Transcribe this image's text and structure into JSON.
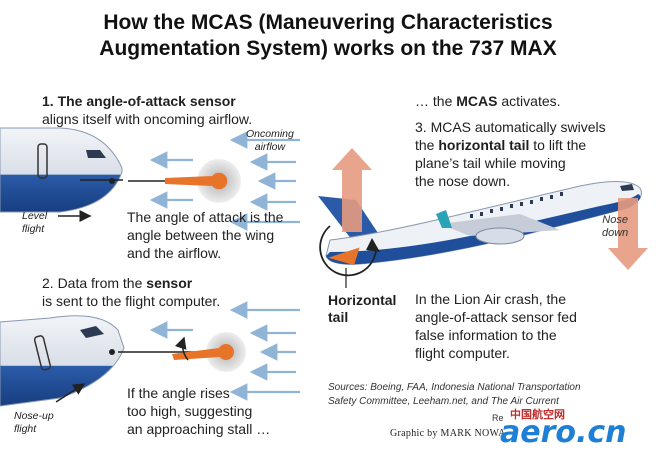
{
  "title": {
    "line1": "How the MCAS (Maneuvering Characteristics",
    "line2": "Augmentation System) works on the 737 MAX"
  },
  "step1": {
    "number": "1.",
    "bold": "The angle-of-attack sensor",
    "rest": "aligns itself with oncoming airflow."
  },
  "oncoming_airflow": {
    "line1": "Oncoming",
    "line2": "airflow"
  },
  "level_flight": {
    "line1": "Level",
    "line2": "flight"
  },
  "angle_desc": {
    "line1": "The angle of attack is the",
    "line2": "angle between the wing",
    "line3": "and the airflow."
  },
  "step2": {
    "prefix": "2. Data from the ",
    "bold": "sensor",
    "rest": "is sent to the flight computer."
  },
  "noseup_flight": {
    "line1": "Nose-up",
    "line2": "flight"
  },
  "stall_desc": {
    "line1": "If the angle rises",
    "line2": "too high, suggesting",
    "line3": "an approaching stall …"
  },
  "mcas_activates": {
    "prefix": "… the ",
    "bold": "MCAS",
    "suffix": " activates."
  },
  "step3": {
    "line1": "3. MCAS automatically swivels",
    "line2_prefix": "the ",
    "line2_bold": "horizontal tail",
    "line2_suffix": " to lift the",
    "line3": "plane’s tail while moving",
    "line4": "the nose down."
  },
  "nose_down": {
    "line1": "Nose",
    "line2": "down"
  },
  "horizontal_tail": {
    "line1": "Horizontal",
    "line2": "tail"
  },
  "lion_air": {
    "line1": "In the Lion Air crash, the",
    "line2": "angle-of-attack sensor fed",
    "line3": "false information to the",
    "line4": "flight computer."
  },
  "sources": {
    "line1": "Sources: Boeing, FAA, Indonesia National Transportation",
    "line2": "Safety Committee, Leeham.net, and The Air Current"
  },
  "credit": {
    "line1": "Re",
    "line2": "Graphic by MARK NOWA"
  },
  "watermark": {
    "text": "aero.cn",
    "tag": "中国航空网"
  },
  "colors": {
    "arrow_blue": "#8fb4d6",
    "fuselage_blue": "#1f4f9a",
    "sensor_orange": "#e8742a",
    "red_arrow": "#e69a80"
  }
}
